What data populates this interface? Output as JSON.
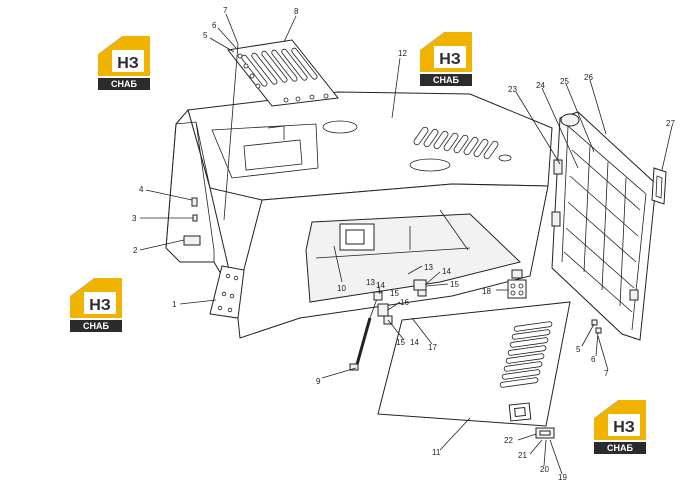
{
  "logo": {
    "mark": "НЗ",
    "caption": "СНАБ",
    "colors": {
      "house": "#f0b400",
      "dark": "#2b2b2b",
      "text": "#ffffff"
    }
  },
  "callouts": [
    "1",
    "2",
    "3",
    "4",
    "5",
    "6",
    "7",
    "8",
    "9",
    "10",
    "11",
    "12",
    "13",
    "14",
    "15",
    "16",
    "17",
    "18",
    "19",
    "20",
    "21",
    "22",
    "23",
    "24",
    "25",
    "26",
    "27"
  ],
  "extra_callouts": {
    "left_5": "5",
    "left_6": "6",
    "left_7": "7",
    "mid_13": "13",
    "mid_14a": "14",
    "mid_14b": "14",
    "mid_15a": "15",
    "mid_15b": "15"
  }
}
